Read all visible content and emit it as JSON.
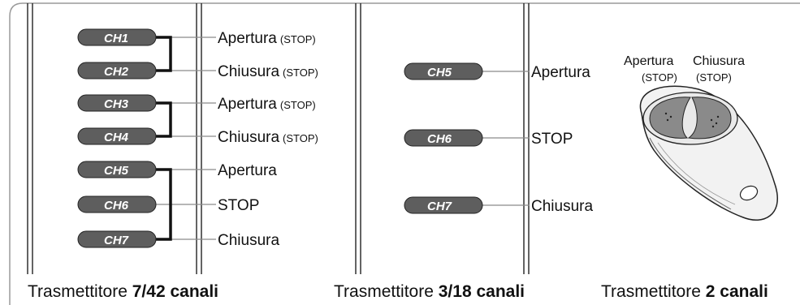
{
  "panels": [
    {
      "caption": {
        "prefix": "Trasmettitore ",
        "bold": "7/42 canali"
      },
      "channels": [
        {
          "ch": "CH1",
          "label": "Apertura",
          "sub": "(STOP)"
        },
        {
          "ch": "CH2",
          "label": "Chiusura",
          "sub": "(STOP)"
        },
        {
          "ch": "CH3",
          "label": "Apertura",
          "sub": "(STOP)"
        },
        {
          "ch": "CH4",
          "label": "Chiusura",
          "sub": "(STOP)"
        },
        {
          "ch": "CH5",
          "label": "Apertura",
          "sub": ""
        },
        {
          "ch": "CH6",
          "label": "STOP",
          "sub": ""
        },
        {
          "ch": "CH7",
          "label": "Chiusura",
          "sub": ""
        }
      ]
    },
    {
      "caption": {
        "prefix": "Trasmettitore ",
        "bold": "3/18 canali"
      },
      "channels": [
        {
          "ch": "CH5",
          "label": "Apertura"
        },
        {
          "ch": "CH6",
          "label": "STOP"
        },
        {
          "ch": "CH7",
          "label": "Chiusura"
        }
      ]
    },
    {
      "caption": {
        "prefix": "Trasmettitore ",
        "bold": "2 canali"
      },
      "buttons": [
        {
          "label": "Apertura",
          "sub": "(STOP)"
        },
        {
          "label": "Chiusura",
          "sub": "(STOP)"
        }
      ]
    }
  ],
  "colors": {
    "pill": "#5e5e5e",
    "line": "#111111",
    "frame": "#9a9a9a",
    "remote_body": "#f2f2f2",
    "remote_buttons": "#8a8a8a"
  }
}
